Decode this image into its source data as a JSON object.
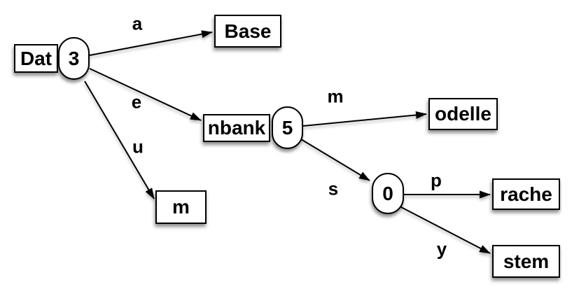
{
  "diagram": {
    "type": "trie-tree",
    "colors": {
      "stroke": "#000000",
      "node_fill": "#ffffff",
      "background": "#ffffff",
      "shadow": "rgba(0,0,0,0.45)"
    },
    "nodes": [
      {
        "id": "dat",
        "shape": "rect",
        "label": "Dat"
      },
      {
        "id": "3",
        "shape": "ellipse",
        "label": "3"
      },
      {
        "id": "base",
        "shape": "rect",
        "label": "Base"
      },
      {
        "id": "nbank",
        "shape": "rect",
        "label": "nbank"
      },
      {
        "id": "5",
        "shape": "ellipse",
        "label": "5"
      },
      {
        "id": "m",
        "shape": "rect",
        "label": "m"
      },
      {
        "id": "0",
        "shape": "ellipse",
        "label": "0"
      },
      {
        "id": "odelle",
        "shape": "rect",
        "label": "odelle"
      },
      {
        "id": "rache",
        "shape": "rect",
        "label": "rache"
      },
      {
        "id": "stem",
        "shape": "rect",
        "label": "stem"
      }
    ],
    "edges": [
      {
        "from": "3",
        "to": "base",
        "label": "a"
      },
      {
        "from": "3",
        "to": "nbank",
        "label": "e"
      },
      {
        "from": "3",
        "to": "m",
        "label": "u"
      },
      {
        "from": "5",
        "to": "odelle",
        "label": "m"
      },
      {
        "from": "5",
        "to": "0",
        "label": "s"
      },
      {
        "from": "0",
        "to": "rache",
        "label": "p"
      },
      {
        "from": "0",
        "to": "stem",
        "label": "y"
      }
    ]
  }
}
